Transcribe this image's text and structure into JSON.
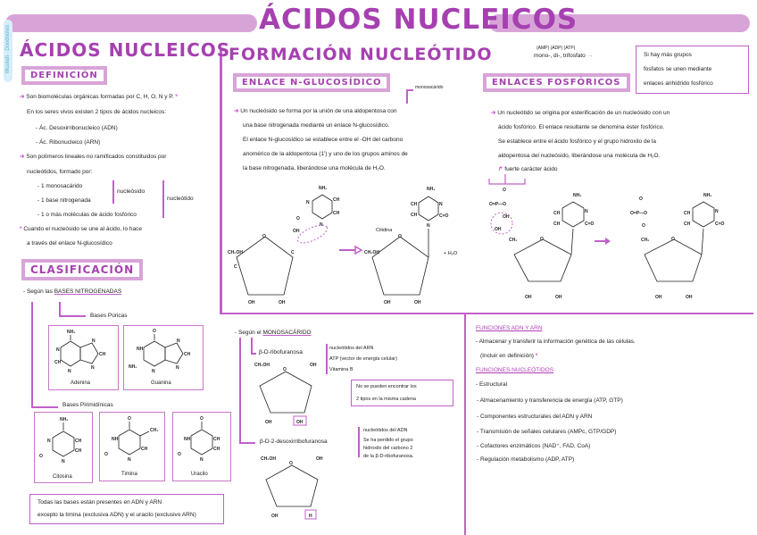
{
  "header": {
    "title": "ÁCIDOS NUCLEICOS",
    "watermark": "Wuolah · Doodnotes"
  },
  "left_column": {
    "title": "ÁCIDOS NUCLEICOS",
    "definicion": {
      "label": "DEFINICIÓN",
      "lines": [
        "Son biomoléculas orgánicas formadas por C, H, O, N y P.",
        "En los seres vivos existen 2 tipos de ácidos nucleicos:",
        "- Ác. Desoxirribonucleico (ADN)",
        "- Ác. Ribonucleico (ARN)",
        "Son polímeros lineales no ramificados constituidos por",
        "nucleótidos, formado por:"
      ],
      "components": [
        "- 1 monosacárido",
        "- 1 base nitrogenada",
        "- 1 o más moléculas de ácido fosfórico"
      ],
      "brace_nucleosido": "nucleósido",
      "brace_nucleotido": "nucleótido",
      "extra_lines": [
        "Cuando el nucleósido se une al ácido, lo hace",
        "a través del enlace N-glucosídico"
      ]
    },
    "clasificacion": {
      "label": "CLASIFICACIÓN",
      "intro_prefix": "- Según las ",
      "intro_underlined": "BASES NITROGENADAS",
      "purinas_label": "Bases Púricas",
      "pirimidinas_label": "Bases Pirimidínicas",
      "bases": {
        "adenina": "Adenina",
        "guanina": "Guanina",
        "citosina": "Citosina",
        "timina": "Timina",
        "uracilo": "Uracilo"
      },
      "note_lines": [
        "Todas las bases están presentes en ADN y ARN",
        "excepto la timina (exclusiva ADN) y el uracilo (exclusivo ARN)"
      ]
    }
  },
  "formacion": {
    "title": "FORMACIÓN NUCLEÓTIDO",
    "enlace_n": {
      "label": "ENLACE N-GLUCOSÍDICO",
      "monosacarido_tag": "monosacárido",
      "lines": [
        "Un nucleósido se forma por la unión de una aldopentosa con",
        "una base nitrogenada mediante un enlace N-glucosídico.",
        "El enlace N-glucosídico se establece entre el -OH del carbono",
        "anomérico de la aldopentosa (1') y uno de los grupos aminos de",
        "la base nitrogenada, liberándose una molécula de H₂O."
      ],
      "citidina_label": "Citidina",
      "plus_water": "+ H₂O"
    },
    "enlaces_fosforicos": {
      "label": "ENLACES FOSFÓRICOS",
      "abbr_line": "(AMP)   (ADP)     (ATP)",
      "mono_di_tri": "mono-, di-, trifosfato",
      "note_lines": [
        "Si hay más grupos",
        "fosfatos se unen mediante",
        "enlaces anhídrido fosfórico"
      ],
      "lines": [
        "Un nucleótido se origina por esterificación de un nucleósido con un",
        "ácido fosfórico. El enlace resultante se denomina éster fosfórico.",
        "Se establece entre el ácido fosfórico y el grupo hidroxilo de la",
        "aldopentosa del nucleósido, liberándose una molécula de H₂O."
      ],
      "fuerte_label": "fuerte carácter ácido"
    }
  },
  "monosacarido_section": {
    "intro_prefix": "- Según el ",
    "intro_underlined": "MONOSACÁRIDO",
    "ribo": {
      "label": "β-D-ribofuranosa",
      "notes": [
        "nucleótidos del ARN",
        "ATP (vector de energía celular)",
        "Vitamina B"
      ]
    },
    "deoxy": {
      "label": "β-D-2-desoxirribofuranosa",
      "notes": [
        "nucleótidos del ADN",
        "Se ha perdido el grupo",
        "hidroxilo del carbono 2",
        "de la β-D-ribofuranosa."
      ]
    },
    "note_lines": [
      "No se pueden encontrar los",
      "2 tipos en la misma cadena"
    ]
  },
  "funciones": {
    "adn_arn_title": "FUNCIONES ADN Y ARN",
    "adn_arn_lines": [
      "- Almacenar y transferir la información genética de las células.",
      "(Incluir en definición)"
    ],
    "nucleotidos_title": "FUNCIONES NUCLEÓTIDOS",
    "nucleotidos_lines": [
      "- Estructural",
      "- Almacenamiento y transferencia de energía (ATP, GTP)",
      "- Componentes estructurales del ADN y ARN",
      "- Transmisión de señales celulares (AMPc, GTP/GDP)",
      "- Cofactores enzimáticos (NAD⁺, FAD, CoA)",
      "- Regulación metabolismo (ADP, ATP)"
    ]
  },
  "colors": {
    "accent": "#a640b0",
    "banner": "#d8a4d8",
    "line": "#c060c8",
    "text": "#222222"
  }
}
